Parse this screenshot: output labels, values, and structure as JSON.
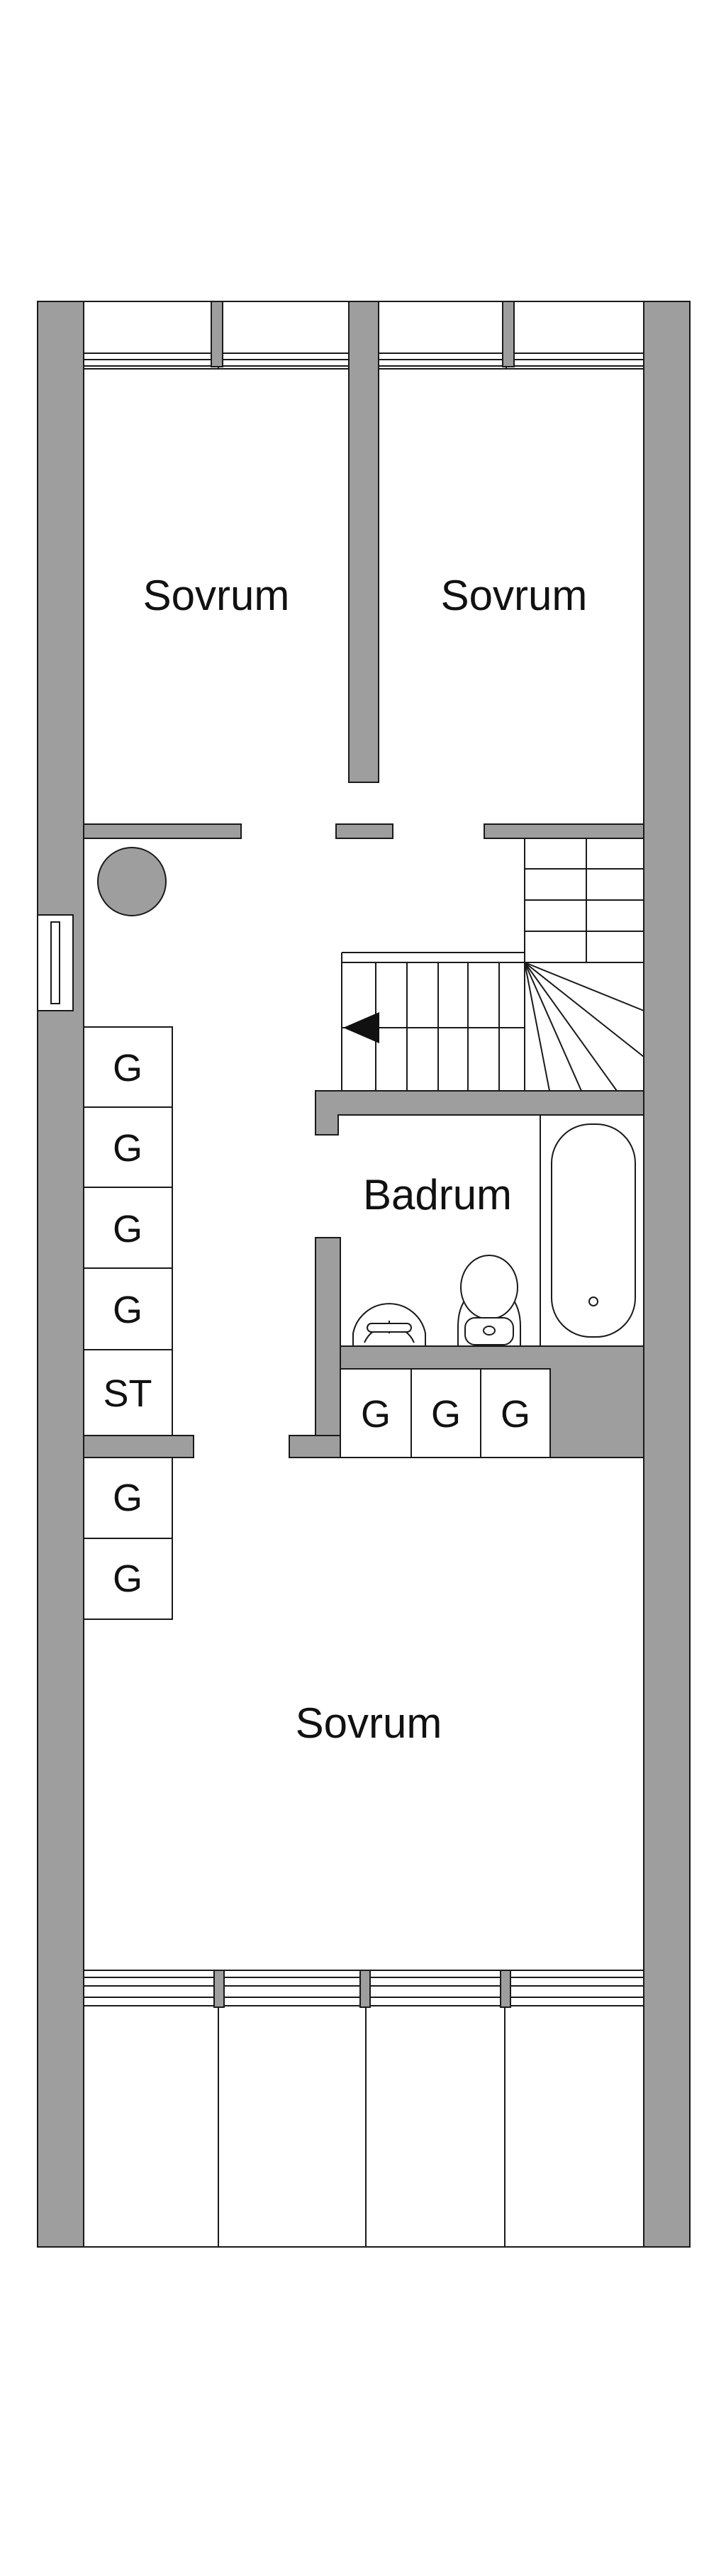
{
  "plan": {
    "rooms": [
      {
        "label": "Sovrum"
      },
      {
        "label": "Sovrum"
      },
      {
        "label": "Badrum"
      },
      {
        "label": "Sovrum"
      }
    ],
    "closets_west": [
      "G",
      "G",
      "G",
      "G",
      "ST"
    ],
    "closets_southwest": [
      "G",
      "G"
    ],
    "closets_bath": [
      "G",
      "G",
      "G"
    ]
  },
  "colors": {
    "wall": "#9e9e9e",
    "stroke": "#1a1a1a",
    "background": "#ffffff"
  }
}
